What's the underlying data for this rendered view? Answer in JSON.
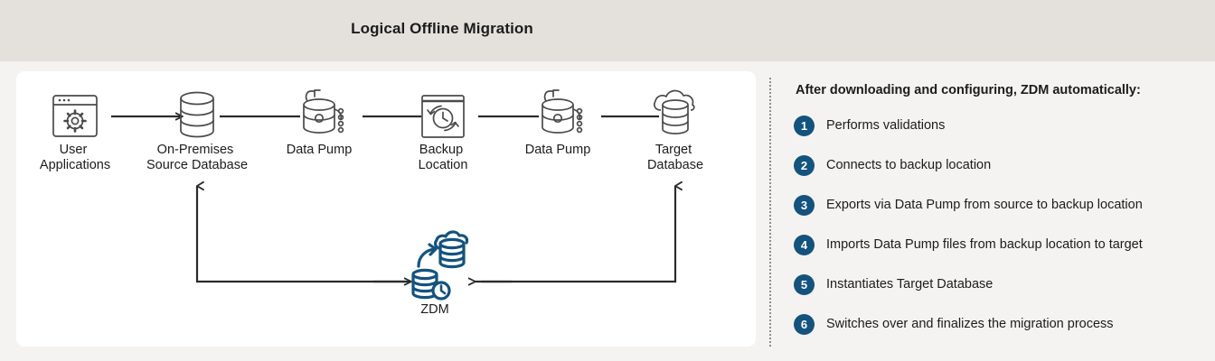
{
  "header": {
    "title": "Logical Offline Migration"
  },
  "diagram": {
    "nodes": [
      {
        "id": "user-applications",
        "icon": "browser-gear-icon",
        "label_line1": "User",
        "label_line2": "Applications"
      },
      {
        "id": "on-premises-source-database",
        "icon": "database-cylinder-icon",
        "label_line1": "On-Premises",
        "label_line2": "Source Database"
      },
      {
        "id": "data-pump-export",
        "icon": "data-pump-icon",
        "label_line1": "Data Pump",
        "label_line2": ""
      },
      {
        "id": "backup-location",
        "icon": "backup-clock-icon",
        "label_line1": "Backup",
        "label_line2": "Location"
      },
      {
        "id": "data-pump-import",
        "icon": "data-pump-icon",
        "label_line1": "Data Pump",
        "label_line2": ""
      },
      {
        "id": "target-database",
        "icon": "cloud-database-icon",
        "label_line1": "Target",
        "label_line2": "Database"
      }
    ],
    "zdm": {
      "id": "zdm",
      "icon": "zdm-migration-icon",
      "label": "ZDM"
    }
  },
  "steps": {
    "heading": "After downloading and configuring, ZDM automatically:",
    "items": [
      {
        "number": "1",
        "label": "Performs validations"
      },
      {
        "number": "2",
        "label": "Connects to backup location"
      },
      {
        "number": "3",
        "label": "Exports via Data Pump from source to backup location"
      },
      {
        "number": "4",
        "label": "Imports Data Pump files from backup location to target"
      },
      {
        "number": "5",
        "label": "Instantiates Target Database"
      },
      {
        "number": "6",
        "label": "Switches over and finalizes the migration process"
      }
    ]
  },
  "colors": {
    "header_band": "#e4e1dc",
    "page_background": "#f4f3f1",
    "card_background": "#ffffff",
    "accent_blue": "#13537e",
    "line_dark": "#2b2b2b",
    "icon_gray": "#4a4a4a",
    "divider": "#8d8d8d"
  }
}
